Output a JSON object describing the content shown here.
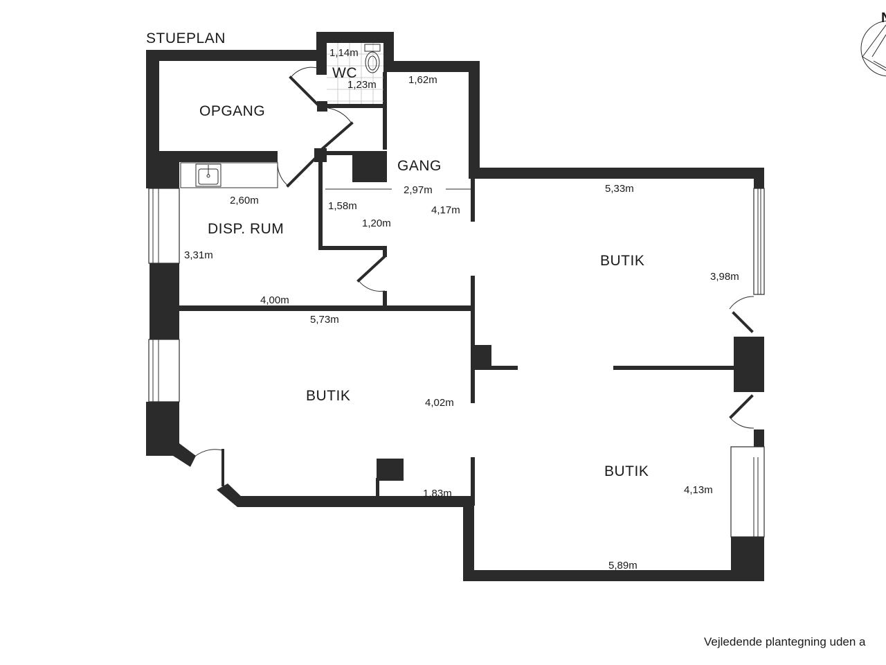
{
  "plan": {
    "title": "STUEPLAN",
    "north_letter": "N",
    "footer": "Vejledende plantegning uden a",
    "rooms": {
      "opgang": "OPGANG",
      "wc": "WC",
      "gang": "GANG",
      "disp_rum": "DISP. RUM",
      "butik_left": "BUTIK",
      "butik_upper_right": "BUTIK",
      "butik_lower_right": "BUTIK"
    },
    "dimensions": {
      "wc_width": "1,14m",
      "wc_depth": "1,23m",
      "gang_top": "1,62m",
      "gang_width": "2,97m",
      "gang_1_58": "1,58m",
      "gang_1_20": "1,20m",
      "gang_height": "4,17m",
      "disp_width": "2,60m",
      "disp_depth": "3,31m",
      "disp_bottom": "4,00m",
      "butik_left_width": "5,73m",
      "butik_left_depth": "4,02m",
      "butik_left_bottom": "1,83m",
      "butik_ur_width": "5,33m",
      "butik_ur_depth": "3,98m",
      "butik_lr_depth": "4,13m",
      "butik_lr_width": "5,89m"
    }
  }
}
